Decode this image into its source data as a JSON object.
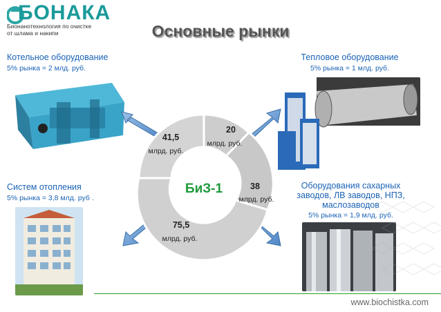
{
  "logo": {
    "name": "БОНАКА",
    "tagline_1": "Бионанотехнология по очистке",
    "tagline_2": "от шлама и накипи"
  },
  "title": "Основные рынки",
  "markets": {
    "boiler": {
      "title": "Котельное оборудование",
      "share": "5% рынка = 2 млд. руб."
    },
    "heat": {
      "title": "Тепловое оборудование",
      "share": "5% рынка = 1 млд. руб."
    },
    "heating": {
      "title": "Систем отопления",
      "share": "5% рынка = 3,8 млд. руб ."
    },
    "plants": {
      "title_1": "Оборудования сахарных",
      "title_2": "заводов, ЛВ заводов, НПЗ,",
      "title_3": "маслозаводов",
      "share": "5% рынка = 1,9 млд. руб."
    }
  },
  "chart_data": {
    "type": "pie",
    "center_label": "БиЗ-1",
    "segments": [
      {
        "value": "41,5",
        "unit": "млрд. руб."
      },
      {
        "value": "20",
        "unit": "млрд. руб."
      },
      {
        "value": "38",
        "unit": "млрд. руб."
      },
      {
        "value": "75,5",
        "unit": "млрд. руб."
      }
    ]
  },
  "footer": {
    "website": "www.biochistka.com"
  },
  "colors": {
    "accent": "#1a62b5",
    "ring": "#cfcfcf",
    "center_text": "#1f9a3a",
    "divider": "#2a9d2a"
  }
}
